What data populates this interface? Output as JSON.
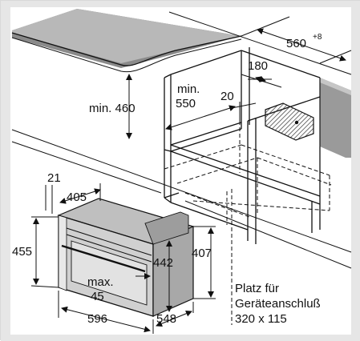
{
  "dimensions": {
    "cabinet_width": "560",
    "cabinet_width_tolerance": "+8",
    "gap_180": "180",
    "gap_20": "20",
    "min_height_label": "min. 460",
    "min_depth_label_1": "min.",
    "min_depth_label_2": "550",
    "oven_21": "21",
    "oven_405": "405",
    "oven_455": "455",
    "oven_442": "442",
    "oven_407": "407",
    "max_label_1": "max.",
    "max_label_2": "45",
    "oven_596": "596",
    "oven_548": "548"
  },
  "connection_note": {
    "line1": "Platz für",
    "line2": "Geräteanschluß",
    "line3": "320 x 115"
  }
}
